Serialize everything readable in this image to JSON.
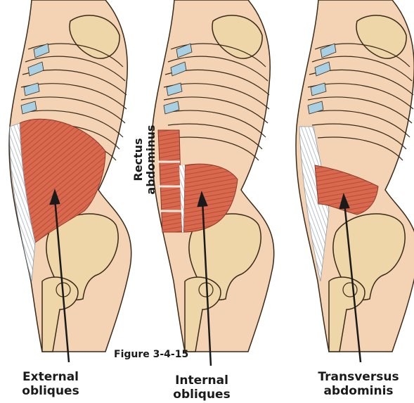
{
  "figure_caption": "Figure 3-4-15",
  "rectus_label": {
    "line1": "Rectus",
    "line2": "abdominus"
  },
  "panels": [
    {
      "label_line1": "External",
      "label_line2": "obliques"
    },
    {
      "label_line1": "Internal",
      "label_line2": "obliques"
    },
    {
      "label_line1": "Transversus",
      "label_line2": "abdominis"
    }
  ],
  "colors": {
    "skin": "#f3d3b3",
    "bone": "#efd6a8",
    "cartilage": "#a9cfe3",
    "muscle": "#d9694e",
    "outline": "#3a2a1a"
  }
}
